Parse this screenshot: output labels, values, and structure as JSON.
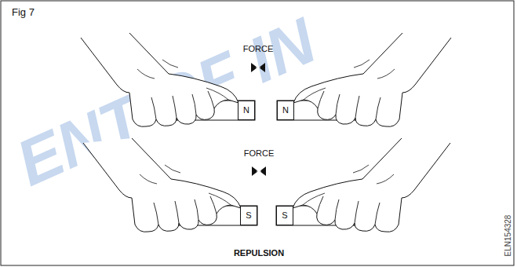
{
  "diagram": {
    "title": "Fig 7",
    "caption": "REPULSION",
    "nodes": [
      {
        "text": [
          "N"
        ]
      },
      {
        "text": [
          "N"
        ]
      },
      {
        "text": [
          "S"
        ]
      },
      {
        "text": [
          "S"
        ]
      }
    ],
    "labels": [
      "FORCE",
      "FORCE",
      "ELN154328",
      "ENT OF IN"
    ]
  }
}
